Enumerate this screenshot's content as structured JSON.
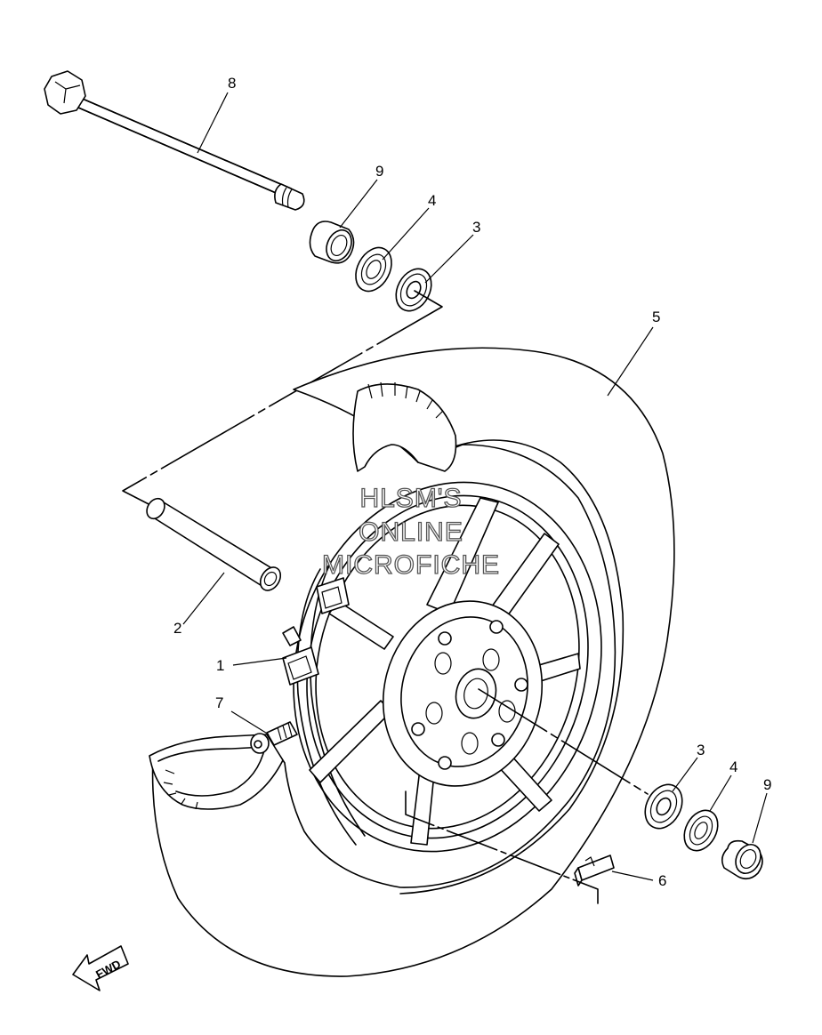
{
  "diagram": {
    "callouts": [
      "1",
      "2",
      "3",
      "3",
      "4",
      "4",
      "5",
      "6",
      "7",
      "8",
      "9",
      "9"
    ],
    "direction_label": "FWD"
  },
  "watermark": {
    "line1": "HLSM'S",
    "line2": "ONLINE",
    "line3": "MICROFICHE"
  }
}
